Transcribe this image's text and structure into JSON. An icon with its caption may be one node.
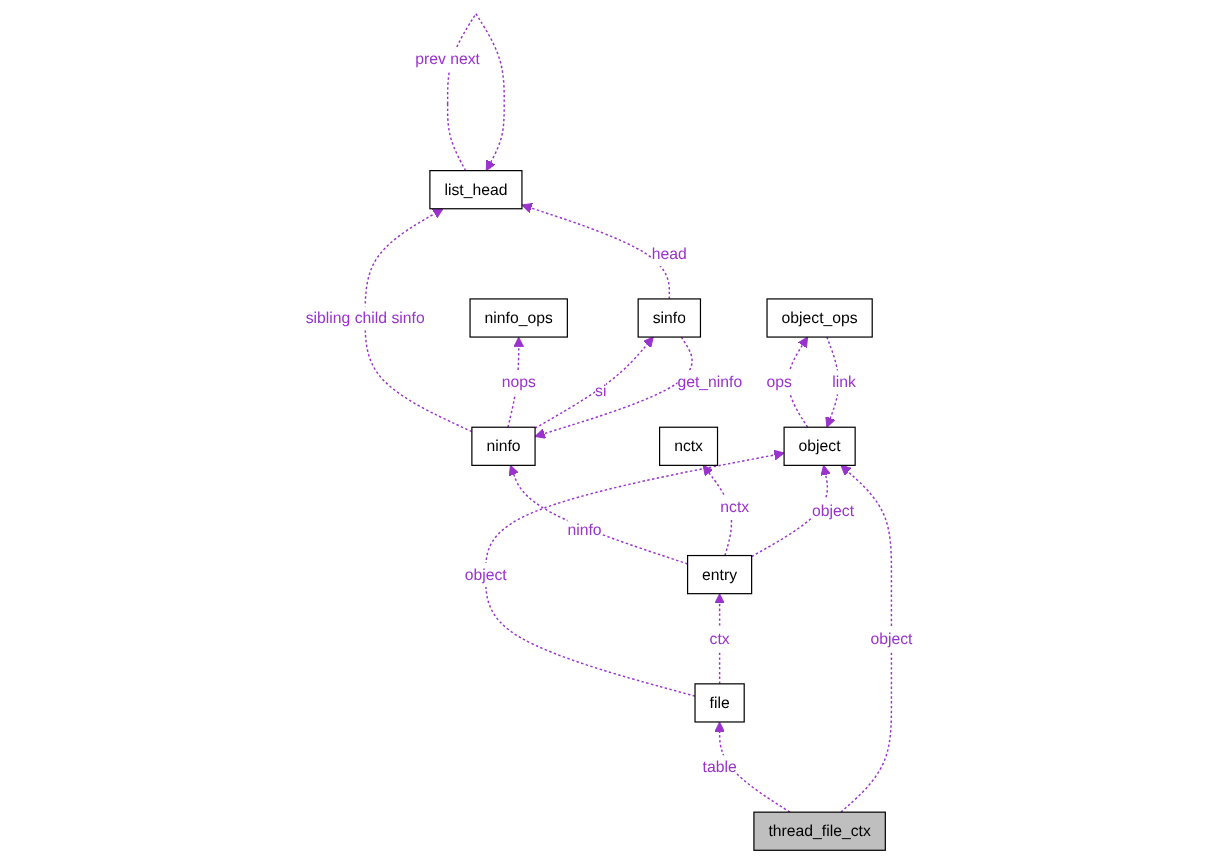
{
  "diagram": {
    "nodes": [
      {
        "text": [
          "list_head"
        ]
      },
      {
        "text": [
          "ninfo_ops"
        ]
      },
      {
        "text": [
          "ninfo"
        ]
      },
      {
        "text": [
          "nctx"
        ]
      },
      {
        "text": [
          "object"
        ]
      },
      {
        "text": [
          "sinfo"
        ]
      },
      {
        "text": [
          "entry"
        ]
      },
      {
        "text": [
          "object_ops"
        ]
      },
      {
        "text": [
          "file"
        ]
      },
      {
        "text": [
          "thread_file_ctx"
        ]
      }
    ],
    "edges": [
      {
        "from": 0,
        "to": 0,
        "arrow": "to",
        "label": "prev next",
        "style": "dashed"
      },
      {
        "from": 2,
        "to": 0,
        "arrow": "to",
        "label": "sibling child sinfo",
        "style": "dashed"
      },
      {
        "from": 2,
        "to": 1,
        "arrow": "to",
        "label": "nops",
        "style": "dashed"
      },
      {
        "from": 5,
        "to": 0,
        "arrow": "to",
        "label": "head",
        "style": "dashed"
      },
      {
        "from": 2,
        "to": 5,
        "arrow": "to",
        "label": "si",
        "style": "dashed"
      },
      {
        "from": 5,
        "to": 2,
        "arrow": "to",
        "label": "get_ninfo",
        "style": "dashed"
      },
      {
        "from": 6,
        "to": 2,
        "arrow": "to",
        "label": "ninfo",
        "style": "dashed"
      },
      {
        "from": 6,
        "to": 3,
        "arrow": "to",
        "label": "nctx",
        "style": "dashed"
      },
      {
        "from": 6,
        "to": 4,
        "arrow": "to",
        "label": "object",
        "style": "dashed"
      },
      {
        "from": 4,
        "to": 7,
        "arrow": "to",
        "label": "ops",
        "style": "dashed"
      },
      {
        "from": 7,
        "to": 4,
        "arrow": "to",
        "label": "link",
        "style": "dashed"
      },
      {
        "from": 8,
        "to": 4,
        "arrow": "to",
        "label": "object",
        "style": "dashed"
      },
      {
        "from": 8,
        "to": 6,
        "arrow": "to",
        "label": "ctx",
        "style": "dashed"
      },
      {
        "from": 9,
        "to": 8,
        "arrow": "to",
        "label": "table",
        "style": "dashed"
      },
      {
        "from": 9,
        "to": 4,
        "arrow": "to",
        "label": "object",
        "style": "dashed"
      }
    ]
  }
}
